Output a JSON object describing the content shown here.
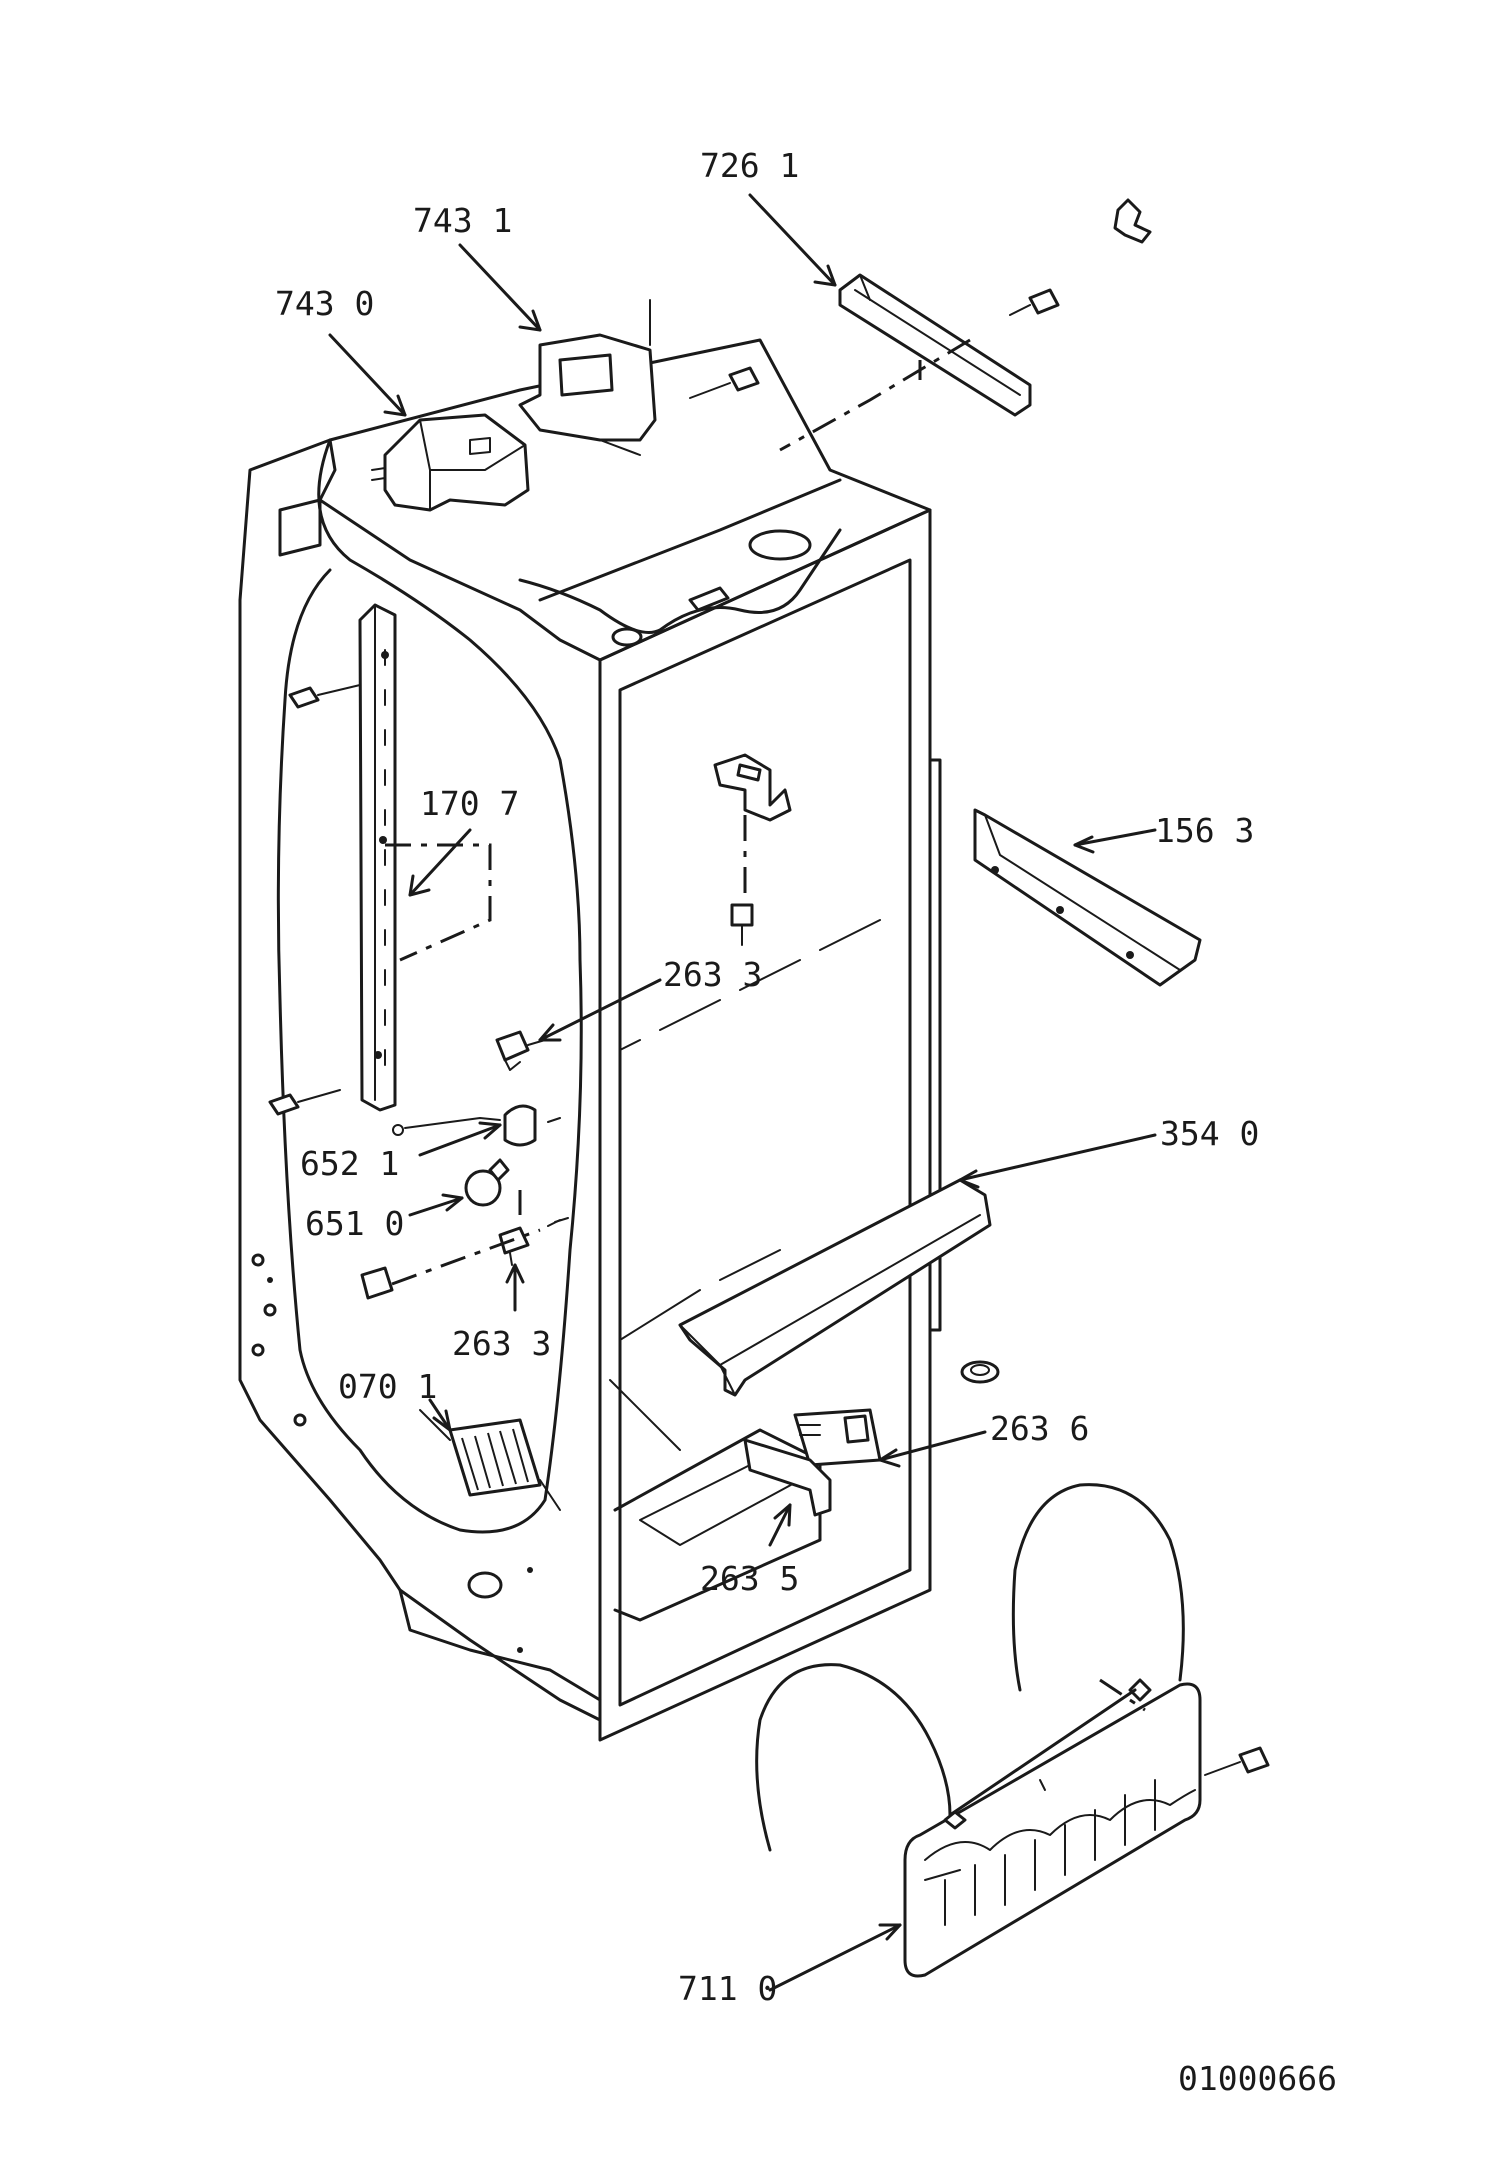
{
  "diagram": {
    "drawing_number": "01000666",
    "callouts": [
      {
        "id": "726-1",
        "text": "726 1"
      },
      {
        "id": "743-1",
        "text": "743 1"
      },
      {
        "id": "743-0",
        "text": "743 0"
      },
      {
        "id": "170-7",
        "text": "170 7"
      },
      {
        "id": "156-3",
        "text": "156 3"
      },
      {
        "id": "263-3-top",
        "text": "263 3"
      },
      {
        "id": "354-0",
        "text": "354 0"
      },
      {
        "id": "652-1",
        "text": "652 1"
      },
      {
        "id": "651-0",
        "text": "651 0"
      },
      {
        "id": "263-3-bottom",
        "text": "263 3"
      },
      {
        "id": "070-1",
        "text": "070 1"
      },
      {
        "id": "263-6",
        "text": "263 6"
      },
      {
        "id": "263-5",
        "text": "263 5"
      },
      {
        "id": "711-0",
        "text": "711 0"
      }
    ]
  }
}
